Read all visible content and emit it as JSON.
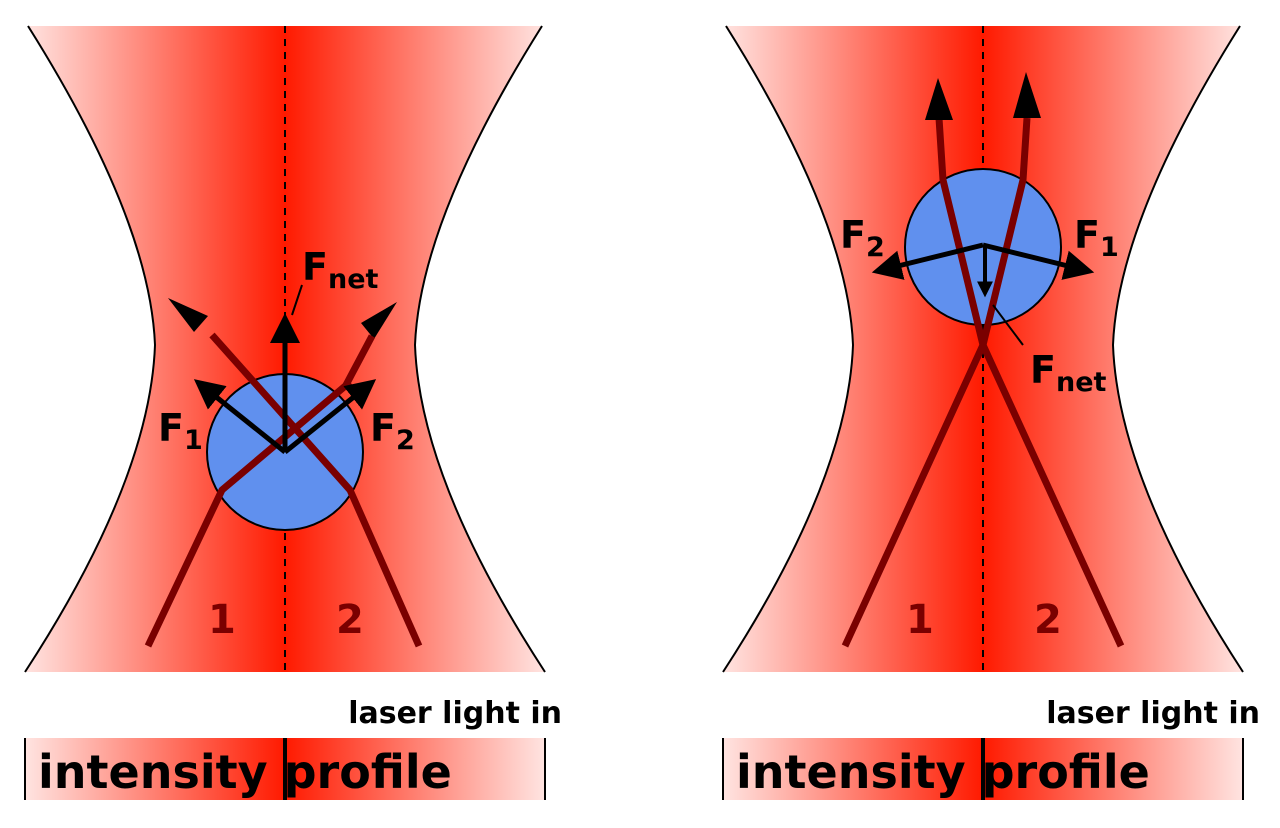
{
  "colors": {
    "beam_center": "#ff1a00",
    "beam_edge": "#ffe4e1",
    "ray": "#7a0000",
    "bead": "#6090ee",
    "outline": "#000000"
  },
  "panels": [
    {
      "force_1": {
        "letter": "F",
        "sub": "1"
      },
      "force_2": {
        "letter": "F",
        "sub": "2"
      },
      "net_force": {
        "letter": "F",
        "sub": "net"
      },
      "ray_labels": [
        "1",
        "2"
      ],
      "input_label": "laser light in",
      "profile_label": "intensity profile"
    },
    {
      "force_1": {
        "letter": "F",
        "sub": "1"
      },
      "force_2": {
        "letter": "F",
        "sub": "2"
      },
      "net_force": {
        "letter": "F",
        "sub": "net"
      },
      "ray_labels": [
        "1",
        "2"
      ],
      "input_label": "laser light in",
      "profile_label": "intensity profile"
    }
  ]
}
